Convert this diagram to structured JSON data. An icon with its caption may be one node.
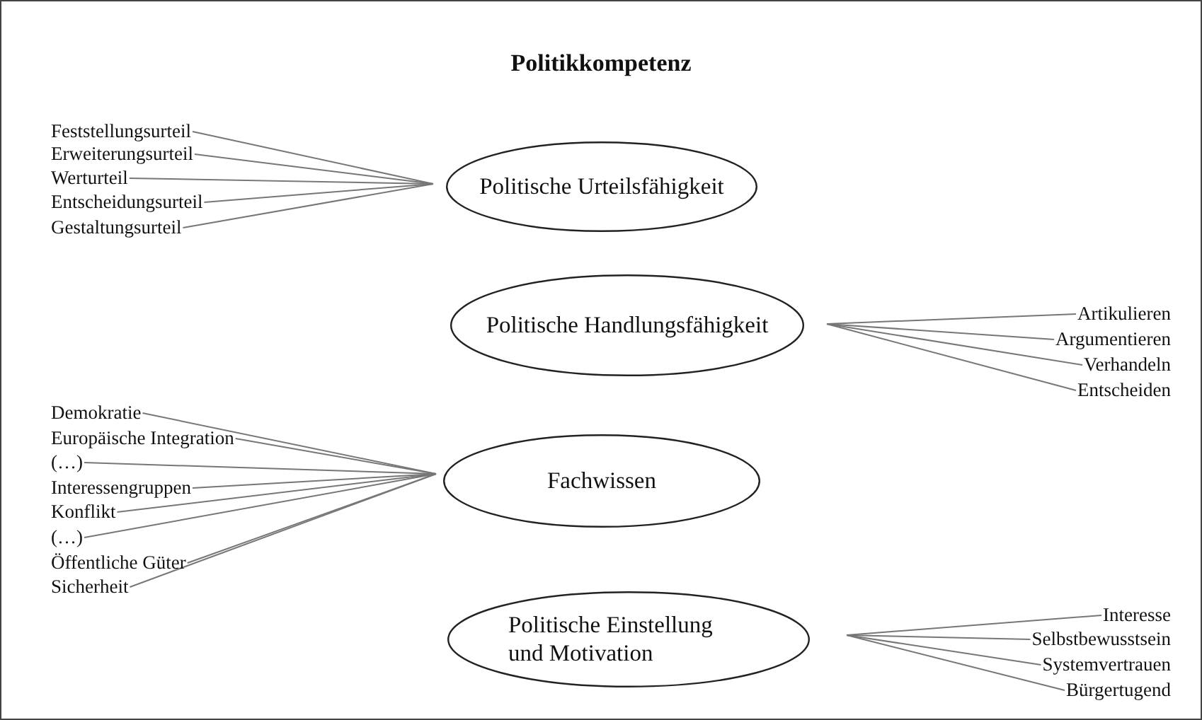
{
  "diagram": {
    "title": "Politikkompetenz",
    "nodes": [
      {
        "text": [
          "Politische Urteilsfähigkeit"
        ]
      },
      {
        "text": [
          "Politische Handlungsfähigkeit"
        ]
      },
      {
        "text": [
          "Fachwissen"
        ]
      },
      {
        "text": [
          "Politische Einstellung und Motivation"
        ]
      },
      {
        "text": [
          "Feststellungsurteil"
        ]
      },
      {
        "text": [
          "Erweiterungsurteil"
        ]
      },
      {
        "text": [
          "Werturteil"
        ]
      },
      {
        "text": [
          "Entscheidungsurteil"
        ]
      },
      {
        "text": [
          "Gestaltungsurteil"
        ]
      },
      {
        "text": [
          "Artikulieren"
        ]
      },
      {
        "text": [
          "Argumentieren"
        ]
      },
      {
        "text": [
          "Verhandeln"
        ]
      },
      {
        "text": [
          "Entscheiden"
        ]
      },
      {
        "text": [
          "Demokratie"
        ]
      },
      {
        "text": [
          "Europäische Integration"
        ]
      },
      {
        "text": [
          "(…)"
        ]
      },
      {
        "text": [
          "Interessengruppen"
        ]
      },
      {
        "text": [
          "Konflikt"
        ]
      },
      {
        "text": [
          "(…)"
        ]
      },
      {
        "text": [
          "Öffentliche Güter"
        ]
      },
      {
        "text": [
          "Sicherheit"
        ]
      },
      {
        "text": [
          "Interesse"
        ]
      },
      {
        "text": [
          "Selbstbewusstsein"
        ]
      },
      {
        "text": [
          "Systemvertrauen"
        ]
      },
      {
        "text": [
          "Bürgertugend"
        ]
      }
    ],
    "edges": [
      {
        "from": 4,
        "to": 0,
        "arrow": "none"
      },
      {
        "from": 5,
        "to": 0,
        "arrow": "none"
      },
      {
        "from": 6,
        "to": 0,
        "arrow": "none"
      },
      {
        "from": 7,
        "to": 0,
        "arrow": "none"
      },
      {
        "from": 8,
        "to": 0,
        "arrow": "none"
      },
      {
        "from": 1,
        "to": 9,
        "arrow": "none"
      },
      {
        "from": 1,
        "to": 10,
        "arrow": "none"
      },
      {
        "from": 1,
        "to": 11,
        "arrow": "none"
      },
      {
        "from": 1,
        "to": 12,
        "arrow": "none"
      },
      {
        "from": 13,
        "to": 2,
        "arrow": "none"
      },
      {
        "from": 14,
        "to": 2,
        "arrow": "none"
      },
      {
        "from": 15,
        "to": 2,
        "arrow": "none"
      },
      {
        "from": 16,
        "to": 2,
        "arrow": "none"
      },
      {
        "from": 17,
        "to": 2,
        "arrow": "none"
      },
      {
        "from": 18,
        "to": 2,
        "arrow": "none"
      },
      {
        "from": 19,
        "to": 2,
        "arrow": "none"
      },
      {
        "from": 20,
        "to": 2,
        "arrow": "none"
      },
      {
        "from": 3,
        "to": 21,
        "arrow": "none"
      },
      {
        "from": 3,
        "to": 22,
        "arrow": "none"
      },
      {
        "from": 3,
        "to": 23,
        "arrow": "none"
      },
      {
        "from": 3,
        "to": 24,
        "arrow": "none"
      }
    ]
  }
}
